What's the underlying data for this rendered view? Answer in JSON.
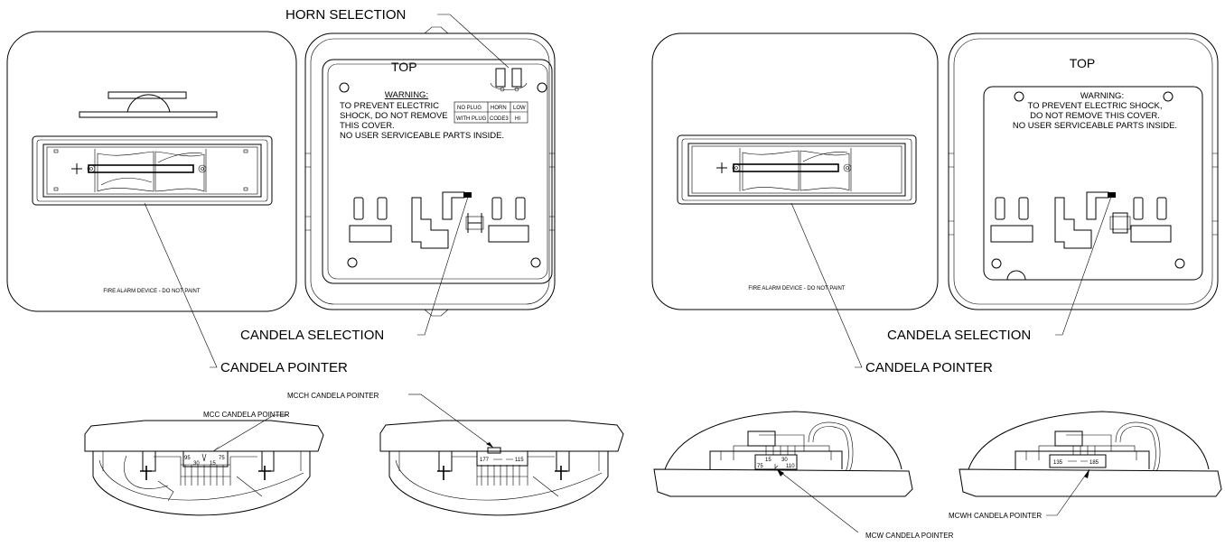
{
  "labels": {
    "horn_selection": "HORN SELECTION",
    "candela_selection_left": "CANDELA SELECTION",
    "candela_pointer_left": "CANDELA POINTER",
    "candela_selection_right": "CANDELA SELECTION",
    "candela_pointer_right": "CANDELA POINTER",
    "mcch_pointer": "MCCH CANDELA POINTER",
    "mcc_pointer": "MCC CANDELA POINTER",
    "mcwh_pointer": "MCWH CANDELA POINTER",
    "mcw_pointer": "MCW CANDELA POINTER"
  },
  "left_cover": {
    "text": "FIRE ALARM DEVICE - DO NOT PAINT"
  },
  "right_cover": {
    "text": "FIRE ALARM DEVICE - DO NOT PAINT"
  },
  "left_back": {
    "top": "TOP",
    "warning_title": "WARNING:",
    "warning_lines": [
      "TO PREVENT ELECTRIC",
      "SHOCK, DO NOT REMOVE",
      "THIS COVER.",
      "NO USER SERVICEABLE PARTS INSIDE."
    ],
    "horn_table": [
      [
        "NO PLUG",
        "HORN",
        "LOW"
      ],
      [
        "WITH PLUG",
        "CODE3",
        "HI"
      ]
    ]
  },
  "right_back": {
    "top": "TOP",
    "warning_title": "WARNING:",
    "warning_lines": [
      "TO PREVENT ELECTRIC SHOCK,",
      "DO NOT REMOVE THIS COVER.",
      "NO USER SERVICEABLE PARTS INSIDE."
    ]
  },
  "scales": {
    "mcc": {
      "a": "95",
      "b": "75",
      "c": "30",
      "d": "15"
    },
    "mcch": {
      "a": "177",
      "b": "115"
    },
    "mcw": {
      "a": "15",
      "b": "30",
      "c": "75",
      "d": "110"
    },
    "mcwh": {
      "a": "135",
      "b": "185"
    }
  }
}
